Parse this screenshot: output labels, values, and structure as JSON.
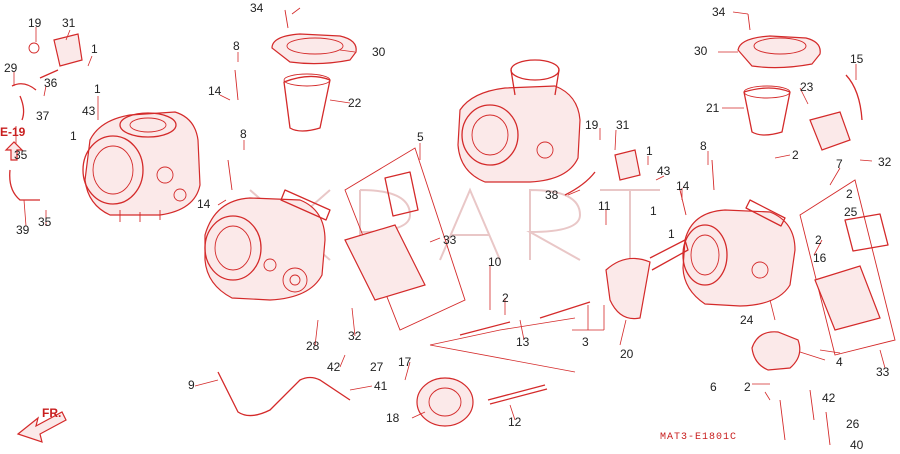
{
  "diagram": {
    "reference_label": "E-19",
    "direction_label": "FR.",
    "drawing_code": "MAT3-E1801C",
    "watermark_icon": "xparts-watermark",
    "accent_color": "#d42a2a",
    "callouts": {
      "c1": "1",
      "c2": "2",
      "c3": "3",
      "c4": "4",
      "c5": "5",
      "c6": "6",
      "c7": "7",
      "c8": "8",
      "c9": "9",
      "c10": "10",
      "c11": "11",
      "c12": "12",
      "c13": "13",
      "c14": "14",
      "c15": "15",
      "c16": "16",
      "c17": "17",
      "c18": "18",
      "c19": "19",
      "c20": "20",
      "c21": "21",
      "c22": "22",
      "c23": "23",
      "c24": "24",
      "c25": "25",
      "c26": "26",
      "c27": "27",
      "c28": "28",
      "c29": "29",
      "c30": "30",
      "c31": "31",
      "c32": "32",
      "c33": "33",
      "c34": "34",
      "c35": "35",
      "c36": "36",
      "c37": "37",
      "c38": "38",
      "c39": "39",
      "c40": "40",
      "c41": "41",
      "c42": "42",
      "c43": "43"
    }
  }
}
